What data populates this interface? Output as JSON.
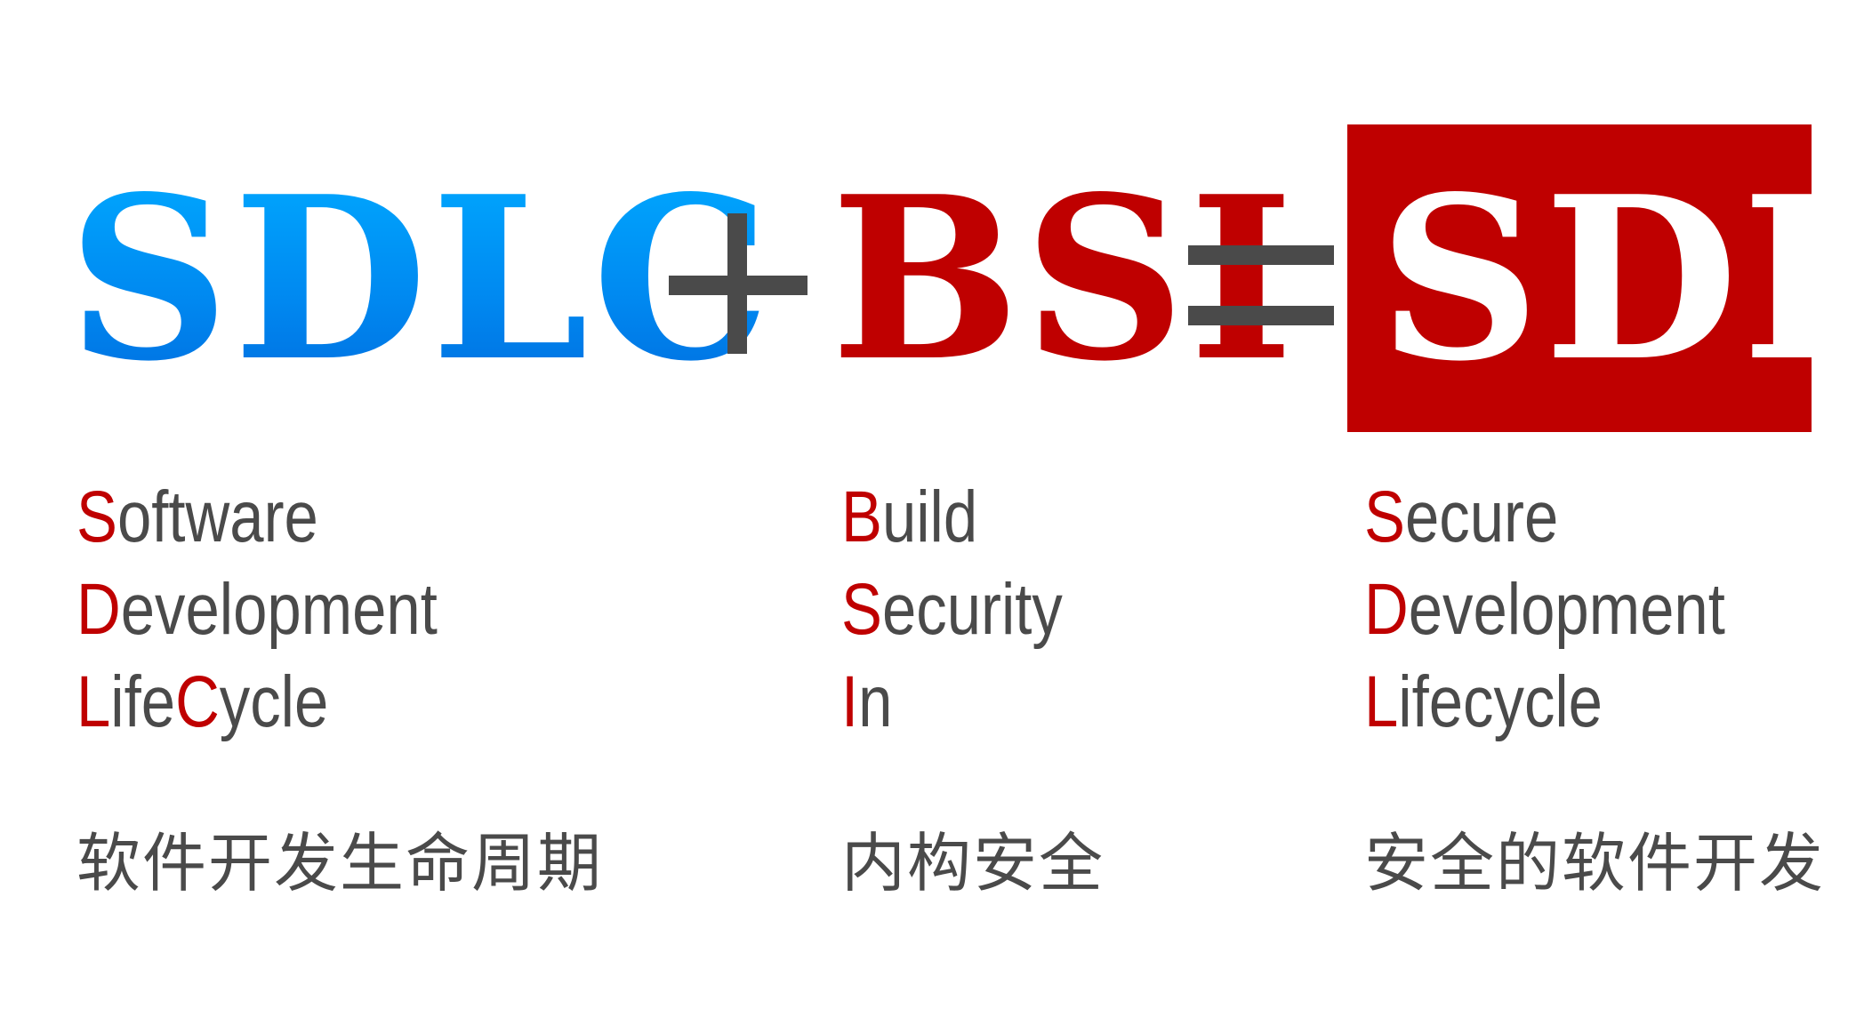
{
  "equation": {
    "term1": "SDLC",
    "term2": "BSI",
    "result": "SDL",
    "plus_operator": "+",
    "equals_operator": "="
  },
  "columns": [
    {
      "lines": [
        [
          {
            "text": "S",
            "highlight": true
          },
          {
            "text": "oftware",
            "highlight": false
          }
        ],
        [
          {
            "text": "D",
            "highlight": true
          },
          {
            "text": "evelopment",
            "highlight": false
          }
        ],
        [
          {
            "text": "L",
            "highlight": true
          },
          {
            "text": "ife",
            "highlight": false
          },
          {
            "text": "C",
            "highlight": true
          },
          {
            "text": "ycle",
            "highlight": false
          }
        ]
      ],
      "chinese": "软件开发生命周期"
    },
    {
      "lines": [
        [
          {
            "text": "B",
            "highlight": true
          },
          {
            "text": "uild",
            "highlight": false
          }
        ],
        [
          {
            "text": "S",
            "highlight": true
          },
          {
            "text": "ecurity",
            "highlight": false
          }
        ],
        [
          {
            "text": "I",
            "highlight": true
          },
          {
            "text": "n",
            "highlight": false
          }
        ]
      ],
      "chinese": "内构安全"
    },
    {
      "lines": [
        [
          {
            "text": "S",
            "highlight": true
          },
          {
            "text": "ecure",
            "highlight": false
          }
        ],
        [
          {
            "text": "D",
            "highlight": true
          },
          {
            "text": "evelopment",
            "highlight": false
          }
        ],
        [
          {
            "text": "L",
            "highlight": true
          },
          {
            "text": "ifecycle",
            "highlight": false
          }
        ]
      ],
      "chinese": "安全的软件开发"
    }
  ],
  "colors": {
    "sdlc_blue": "#0a8ff0",
    "accent_red": "#bf0000",
    "operator_gray": "#4a4a4a",
    "text_gray": "#4a4a4a",
    "sdl_text": "#ffffff"
  }
}
